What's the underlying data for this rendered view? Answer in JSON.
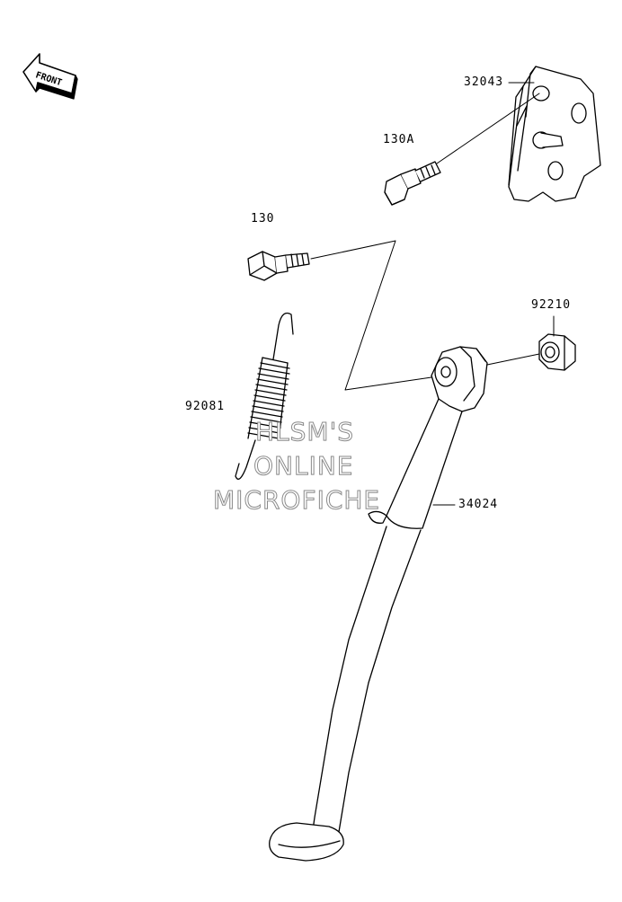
{
  "front_badge": {
    "text": "FRONT",
    "icon": "front-arrow-icon"
  },
  "parts": [
    {
      "id": "32043",
      "name": "bracket"
    },
    {
      "id": "130A",
      "name": "bracket-bolt"
    },
    {
      "id": "130",
      "name": "bolt"
    },
    {
      "id": "92210",
      "name": "nut"
    },
    {
      "id": "92081",
      "name": "spring"
    },
    {
      "id": "34024",
      "name": "side-stand"
    }
  ],
  "watermark": {
    "line1": "HLSM'S",
    "line2": "ONLINE",
    "line3": "MICROFICHE"
  },
  "colors": {
    "line": "#000000",
    "background": "#ffffff",
    "watermark_outline": "#8a8a8a"
  }
}
